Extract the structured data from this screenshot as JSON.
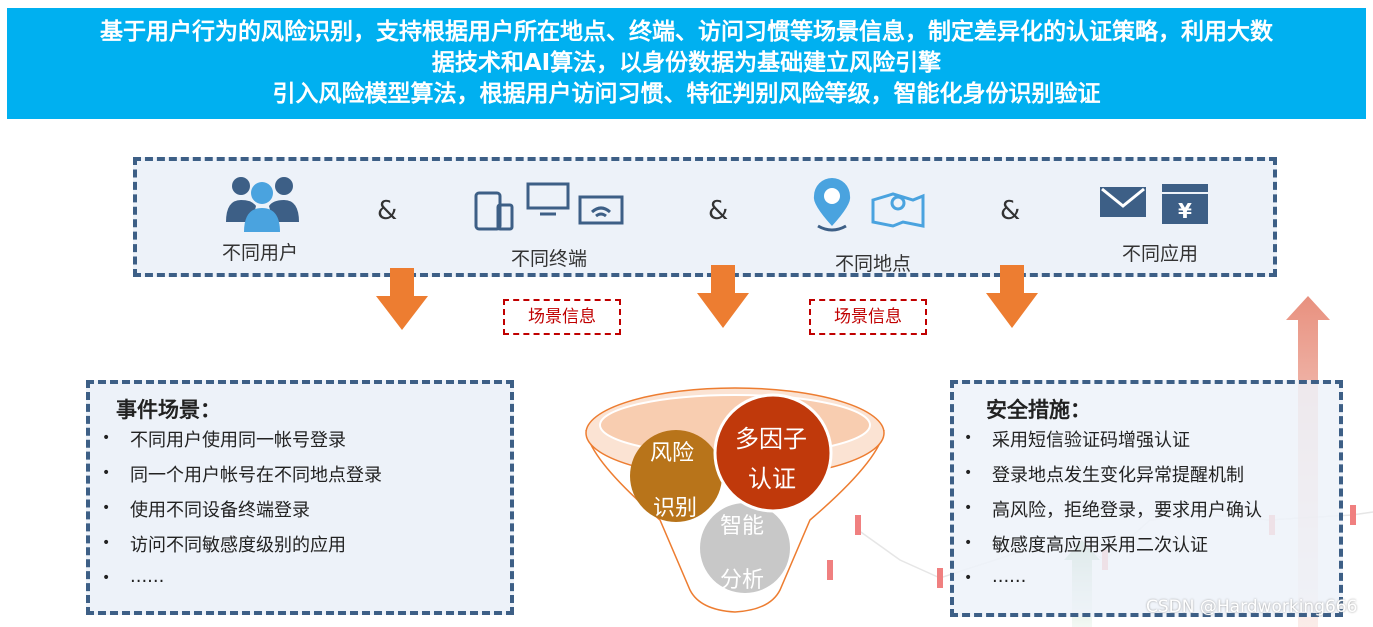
{
  "banner": {
    "line1": "基于用户行为的风险识别，支持根据用户所在地点、终端、访问习惯等场景信息，制定差异化的认证策略，利用大数",
    "line2": "据技术和AI算法，以身份数据为基础建立风险引擎",
    "line3": "引入风险模型算法，根据用户访问习惯、特征判别风险等级，智能化身份识别验证"
  },
  "sources": {
    "users": "不同用户",
    "terminals": "不同终端",
    "locations": "不同地点",
    "apps": "不同应用",
    "amp": "&"
  },
  "tags": {
    "left": "场景信息",
    "right": "场景信息"
  },
  "events": {
    "title": "事件场景：",
    "items": [
      "不同用户使用同一帐号登录",
      "同一个用户帐号在不同地点登录",
      "使用不同设备终端登录",
      "访问不同敏感度级别的应用",
      "......"
    ]
  },
  "funnel": {
    "risk_1": "风险",
    "risk_2": "识别",
    "mfa_1": "多因子",
    "mfa_2": "认证",
    "ai_1": "智能",
    "ai_2": "分析"
  },
  "measures": {
    "title": "安全措施：",
    "items": [
      "采用短信验证码增强认证",
      "登录地点发生变化异常提醒机制",
      "高风险，拒绝登录，要求用户确认",
      "敏感度高应用采用二次认证",
      "......"
    ]
  },
  "watermark": "CSDN @Hardworking666",
  "colors": {
    "banner": "#00b0f0",
    "frame": "#3d5f86",
    "arrow": "#ed7d31",
    "tag": "#c00000",
    "mfa": "#c0392b",
    "risk": "#b8741a"
  }
}
